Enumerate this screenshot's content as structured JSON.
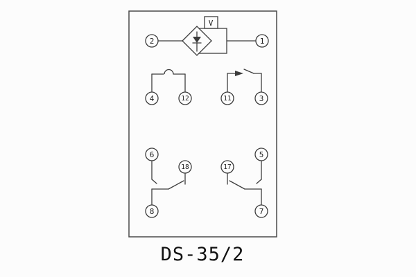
{
  "diagram": {
    "title": "DS-35/2",
    "voltmeter_label": "V",
    "terminals": {
      "t1": "1",
      "t2": "2",
      "t3": "3",
      "t4": "4",
      "t5": "5",
      "t6": "6",
      "t7": "7",
      "t8": "8",
      "t11": "11",
      "t12": "12",
      "t17": "17",
      "t18": "18"
    },
    "colors": {
      "line": "#3c3c3c",
      "border": "#4a4a4a",
      "background": "#fcfcfc",
      "text": "#1e1e1e"
    }
  }
}
